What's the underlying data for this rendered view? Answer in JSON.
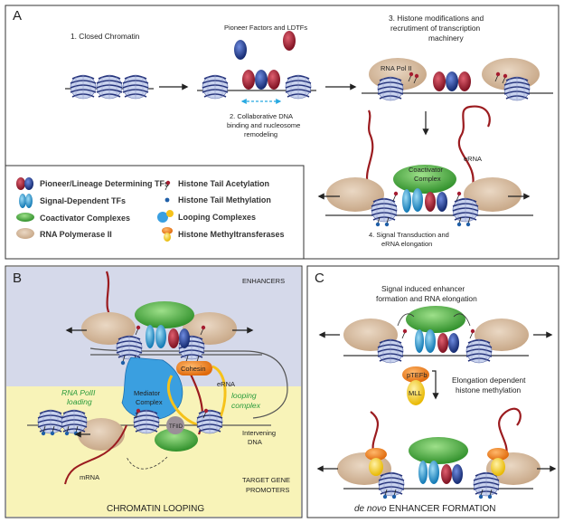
{
  "panel_a": {
    "letter": "A",
    "step1": "1. Closed Chromatin",
    "pioneer": "Pioneer Factors and LDTFs",
    "step2_l1": "2. Collaborative DNA",
    "step2_l2": "binding and nucleosome",
    "step2_l3": "remodeling",
    "step3_l1": "3. Histone modifications and",
    "step3_l2": "recrutiment of transcription",
    "step3_l3": "machinery",
    "rnapol": "RNA Pol II",
    "coactivator_l1": "Coactivator",
    "coactivator_l2": "Complex",
    "erna": "eRNA",
    "step4_l1": "4. Signal Transduction and",
    "step4_l2": "eRNA elongation"
  },
  "legend": {
    "pioneer_tfs": "Pioneer/Lineage Determining TFs",
    "signal_tfs": "Signal-Dependent TFs",
    "coactivators": "Coactivator Complexes",
    "rnapol": "RNA Polymerase II",
    "acetylation": "Histone Tail Acetylation",
    "methylation": "Histone Tail Methylation",
    "looping": "Looping Complexes",
    "methyltransferases": "Histone Methyltransferases"
  },
  "panel_b": {
    "letter": "B",
    "enhancers": "ENHANCERS",
    "cohesin": "Cohesin",
    "mediator_l1": "Mediator",
    "mediator_l2": "Complex",
    "erna": "eRNA",
    "rnapol_l1": "RNA PolII",
    "rnapol_l2": "loading",
    "looping_l1": "looping",
    "looping_l2": "complex",
    "tfiid": "TFIID",
    "intervening_l1": "Intervening",
    "intervening_l2": "DNA",
    "mrna": "mRNA",
    "target_l1": "TARGET GENE",
    "target_l2": "PROMOTERS",
    "caption": "CHROMATIN LOOPING"
  },
  "panel_c": {
    "letter": "C",
    "title_l1": "Signal induced enhancer",
    "title_l2": "formation and RNA elongation",
    "ptefb": "pTEFb",
    "mll": "MLL",
    "elong_l1": "Elongation dependent",
    "elong_l2": "histone methylation",
    "caption_it": "de novo",
    "caption_rest": " ENHANCER FORMATION"
  },
  "colors": {
    "nucleosome": "#d9bfa3",
    "pioneer_red": "#a51c30",
    "pioneer_blue": "#1f3f9a",
    "signal_cyan": "#27a9e1",
    "coactivator_green": "#56b947",
    "erna_red": "#9b1b1f",
    "enhancer_bg": "#d5d9ea",
    "promoter_bg": "#f8f3b8",
    "mediator_blue": "#3a9fe0",
    "cohesin_yellow": "#f6c21a"
  }
}
